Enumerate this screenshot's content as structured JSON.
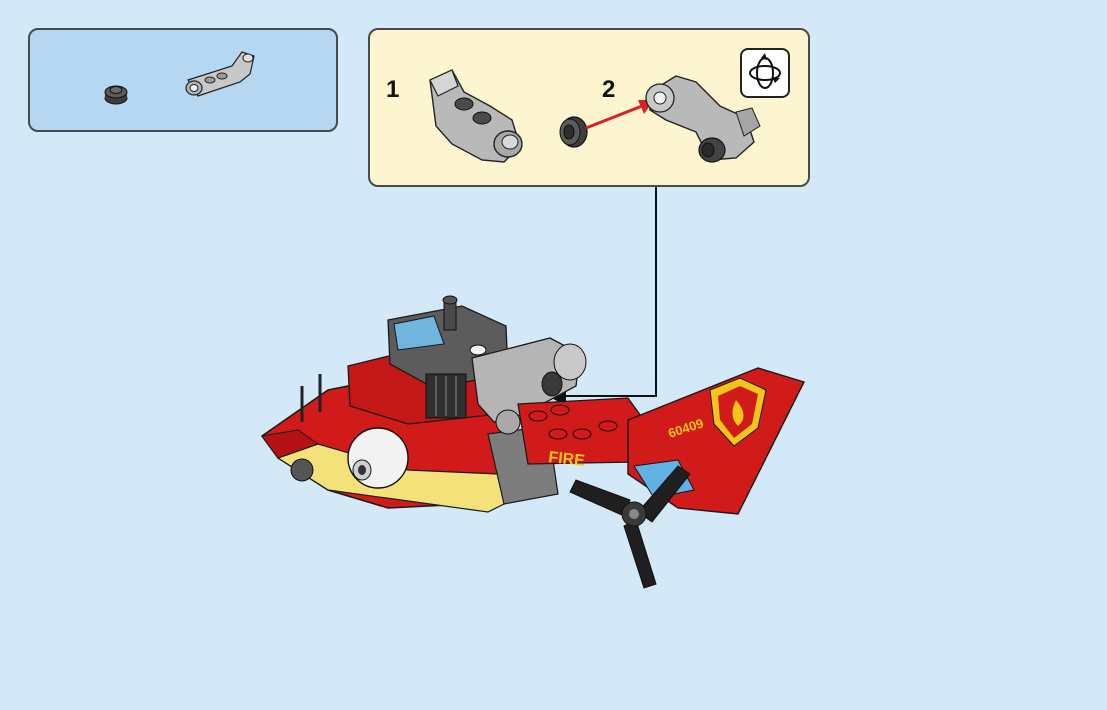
{
  "parts_list": {
    "items": [
      {
        "icon": "round-plate-dark-gray-icon",
        "count": ""
      },
      {
        "icon": "angled-bar-light-gray-icon",
        "count": ""
      }
    ]
  },
  "substeps": [
    {
      "number": "1"
    },
    {
      "number": "2"
    }
  ],
  "rotate_icon": "rotate-model-icon",
  "model": {
    "tail_number": "60409",
    "side_text": "FIRE"
  },
  "colors": {
    "background": "#d3e9f8",
    "parts_box": "#b5d7f2",
    "substep_box": "#fdf5cf",
    "red": "#d11a1a",
    "yellow": "#f3c41a",
    "arrow_red": "#d6232a"
  }
}
